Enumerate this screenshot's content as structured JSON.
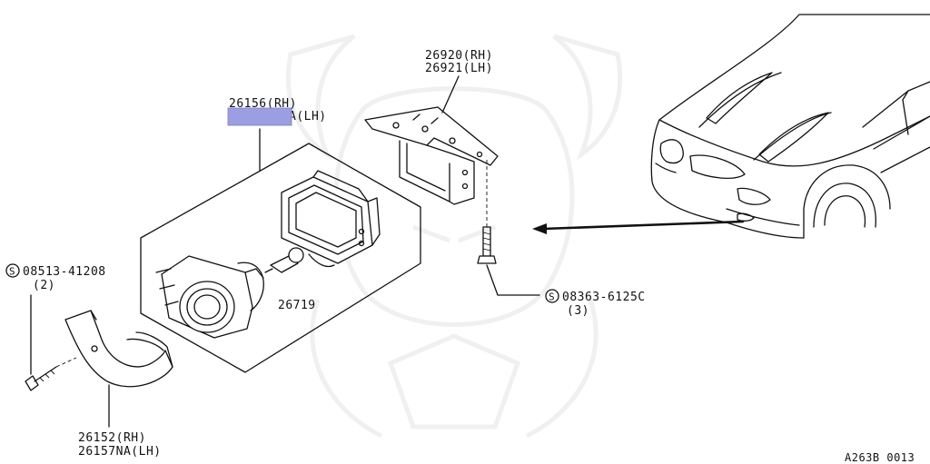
{
  "diagram": {
    "code": "A263B 0013",
    "highlight_color": "#9b9ee0",
    "parts": {
      "lamp": {
        "rh": "26156(RH)",
        "lh": "A(LH)"
      },
      "bracket": {
        "rh": "26920(RH)",
        "lh": "26921(LH)"
      },
      "bulb": {
        "number": "26719"
      },
      "screw": {
        "symbol": "S",
        "number": "08513-41208",
        "qty": "(2)"
      },
      "bolt": {
        "symbol": "S",
        "number": "08363-6125C",
        "qty": "(3)"
      },
      "cover": {
        "rh": "26152(RH)",
        "lh": "26157NA(LH)"
      }
    }
  }
}
